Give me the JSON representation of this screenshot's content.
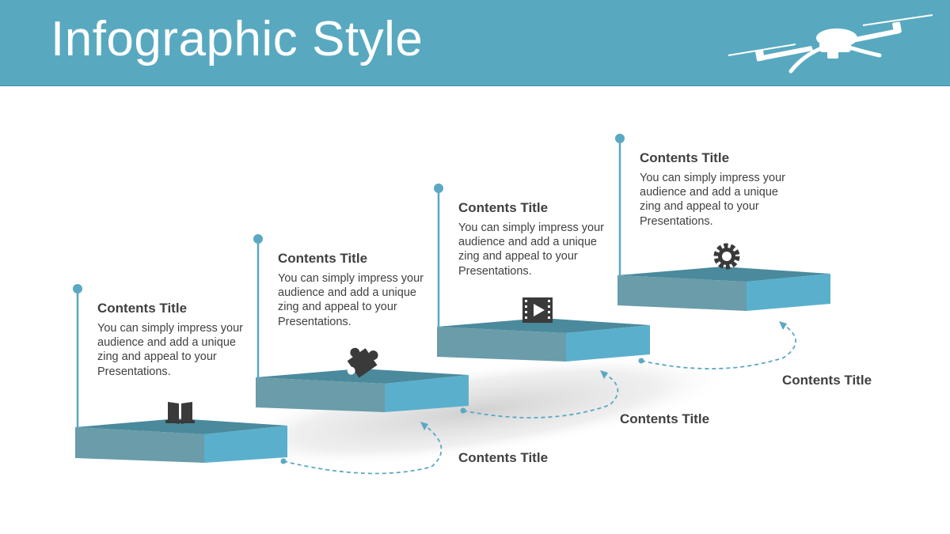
{
  "header": {
    "title": "Infographic Style"
  },
  "steps": [
    {
      "title": "Contents Title",
      "desc": "You can simply impress your audience and add a unique zing and appeal to your Presentations.",
      "icon": "book-icon"
    },
    {
      "title": "Contents Title",
      "desc": "You can simply impress your audience and add a unique zing and appeal to your Presentations.",
      "icon": "puzzle-icon"
    },
    {
      "title": "Contents Title",
      "desc": "You can simply impress your audience and add a unique zing and appeal to your Presentations.",
      "icon": "video-icon"
    },
    {
      "title": "Contents Title",
      "desc": "You can simply impress your audience and add a unique zing and appeal to your Presentations.",
      "icon": "gear-icon"
    }
  ],
  "arc_labels": [
    "Contents Title",
    "Contents Title",
    "Contents Title"
  ],
  "colors": {
    "header": "#58a9c0",
    "platform_top": "#4a8a9c",
    "platform_front": "#6a9caa",
    "platform_side": "#5ab0cc",
    "accent": "#5aa8c4",
    "text": "#404040",
    "icon": "#3a3a3a"
  }
}
